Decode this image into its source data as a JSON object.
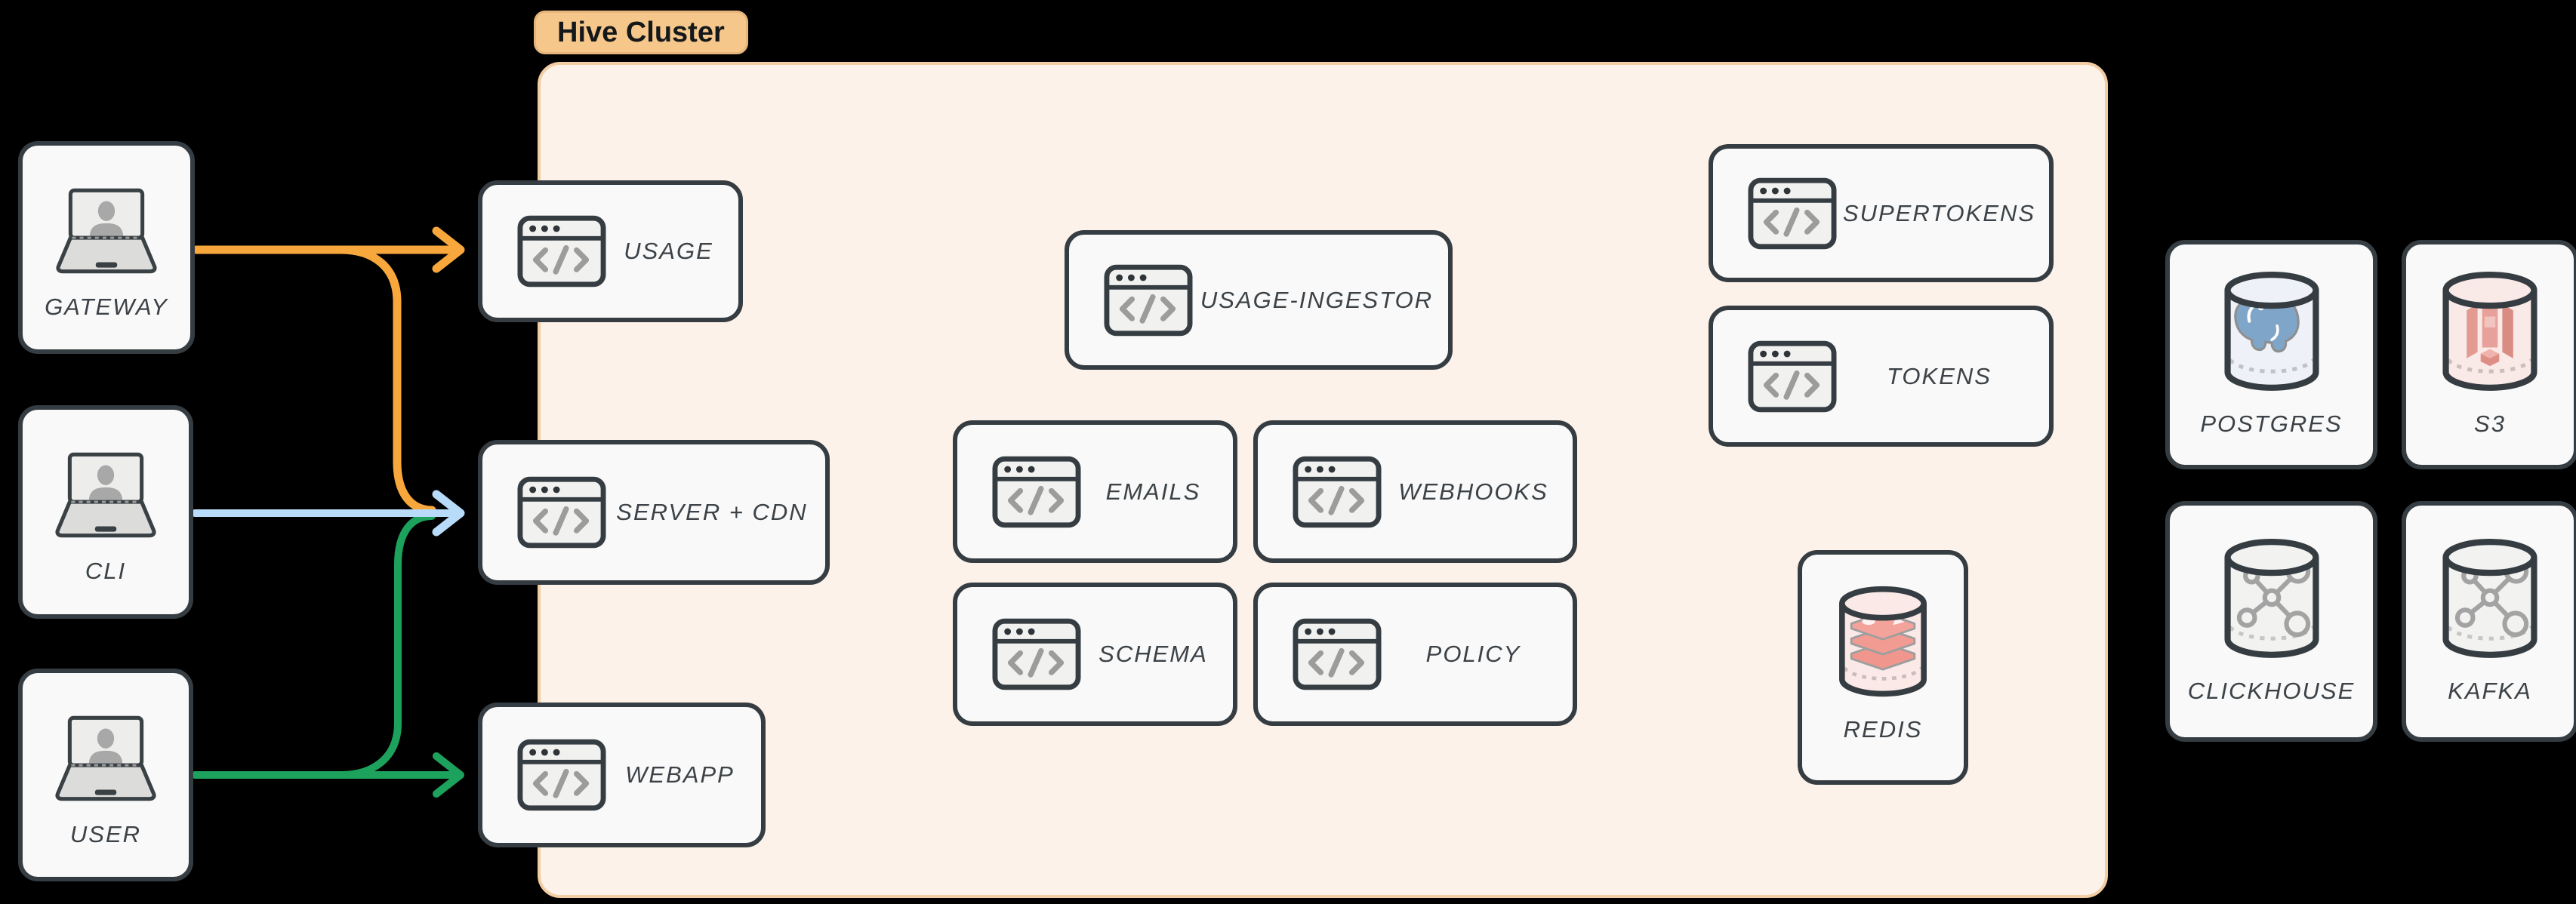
{
  "diagram": {
    "cluster_label": "Hive Cluster",
    "colors": {
      "background": "#000000",
      "cluster_fill": "#FCF2E9",
      "cluster_border": "#F2CCA2",
      "cluster_pill": "#F6C78B",
      "node_fill": "#F8F9F8",
      "node_border": "#363D42",
      "label_text": "#3C4247",
      "arrow_orange": "#F7A73B",
      "arrow_blue": "#B7DBF8",
      "arrow_green": "#1CA25C"
    }
  },
  "nodes": {
    "gateway": {
      "label": "GATEWAY",
      "icon": "laptop-user-icon"
    },
    "cli": {
      "label": "CLI",
      "icon": "laptop-user-icon"
    },
    "user": {
      "label": "USER",
      "icon": "laptop-user-icon"
    },
    "usage": {
      "label": "USAGE",
      "icon": "code-window-icon"
    },
    "server_cdn": {
      "label": "SERVER + CDN",
      "icon": "code-window-icon"
    },
    "webapp": {
      "label": "WEBAPP",
      "icon": "code-window-icon"
    },
    "usage_ingestor": {
      "label": "USAGE-INGESTOR",
      "icon": "code-window-icon"
    },
    "emails": {
      "label": "EMAILS",
      "icon": "code-window-icon"
    },
    "webhooks": {
      "label": "WEBHOOKS",
      "icon": "code-window-icon"
    },
    "schema": {
      "label": "SCHEMA",
      "icon": "code-window-icon"
    },
    "policy": {
      "label": "POLICY",
      "icon": "code-window-icon"
    },
    "supertokens": {
      "label": "SUPERTOKENS",
      "icon": "code-window-icon"
    },
    "tokens": {
      "label": "TOKENS",
      "icon": "code-window-icon"
    },
    "redis": {
      "label": "REDIS",
      "icon": "redis-database-cylinder-icon"
    },
    "postgres": {
      "label": "POSTGRES",
      "icon": "postgres-database-cylinder-icon"
    },
    "s3": {
      "label": "S3",
      "icon": "s3-database-cylinder-icon"
    },
    "clickhouse": {
      "label": "CLICKHOUSE",
      "icon": "network-database-cylinder-icon"
    },
    "kafka": {
      "label": "KAFKA",
      "icon": "network-database-cylinder-icon"
    }
  },
  "edges": {
    "gateway_usage": {
      "from": "GATEWAY",
      "to": "USAGE",
      "color": "#F7A73B"
    },
    "gateway_server": {
      "from": "GATEWAY",
      "to": "SERVER + CDN",
      "color": "#F7A73B"
    },
    "cli_server": {
      "from": "CLI",
      "to": "SERVER + CDN",
      "color": "#B7DBF8"
    },
    "user_server": {
      "from": "USER",
      "to": "SERVER + CDN",
      "color": "#1CA25C"
    },
    "user_webapp": {
      "from": "USER",
      "to": "WEBAPP",
      "color": "#1CA25C"
    }
  }
}
